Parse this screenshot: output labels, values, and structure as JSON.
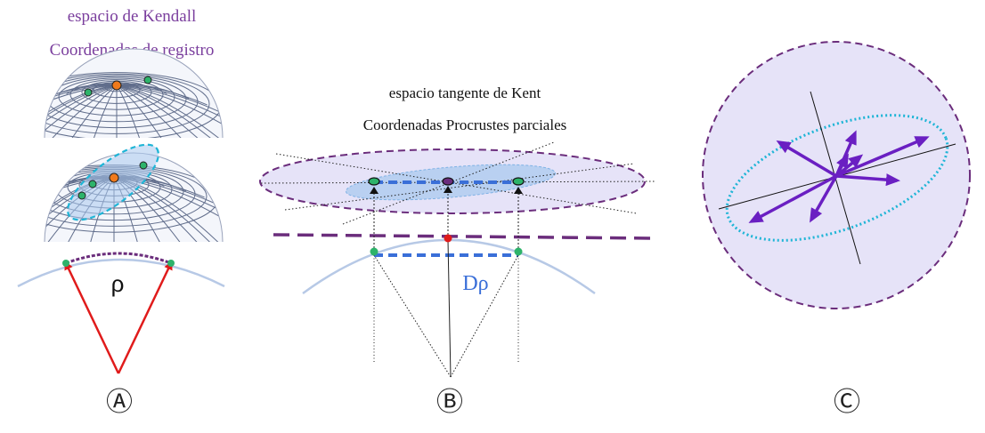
{
  "panel_a": {
    "title_line1": "espacio de Kendall",
    "title_line2": "Coordenadas de registro",
    "rho": "ρ",
    "label": "Ⓐ",
    "title_color": "#7a3e9d"
  },
  "panel_b": {
    "title_line1": "espacio tangente de Kent",
    "title_line2": "Coordenadas Procrustes parciales",
    "drho": "Dρ",
    "label": "Ⓑ"
  },
  "panel_c": {
    "label": "Ⓒ"
  },
  "colors": {
    "purple": "#7a3e9d",
    "dashed_purple": "#6b2d7c",
    "arrow_purple": "#6a1fc2",
    "blue_dash": "#3a6fd8",
    "cyan": "#1fb5d6",
    "red": "#e01b1b",
    "green_point": "#2db36a",
    "orange_point": "#f07a1c",
    "sphere_grid": "#2f3f66",
    "disc_fill": "#e6e3f8",
    "tangent_fill": "#a9c9ef",
    "arc_blue": "#b7c9e6"
  }
}
